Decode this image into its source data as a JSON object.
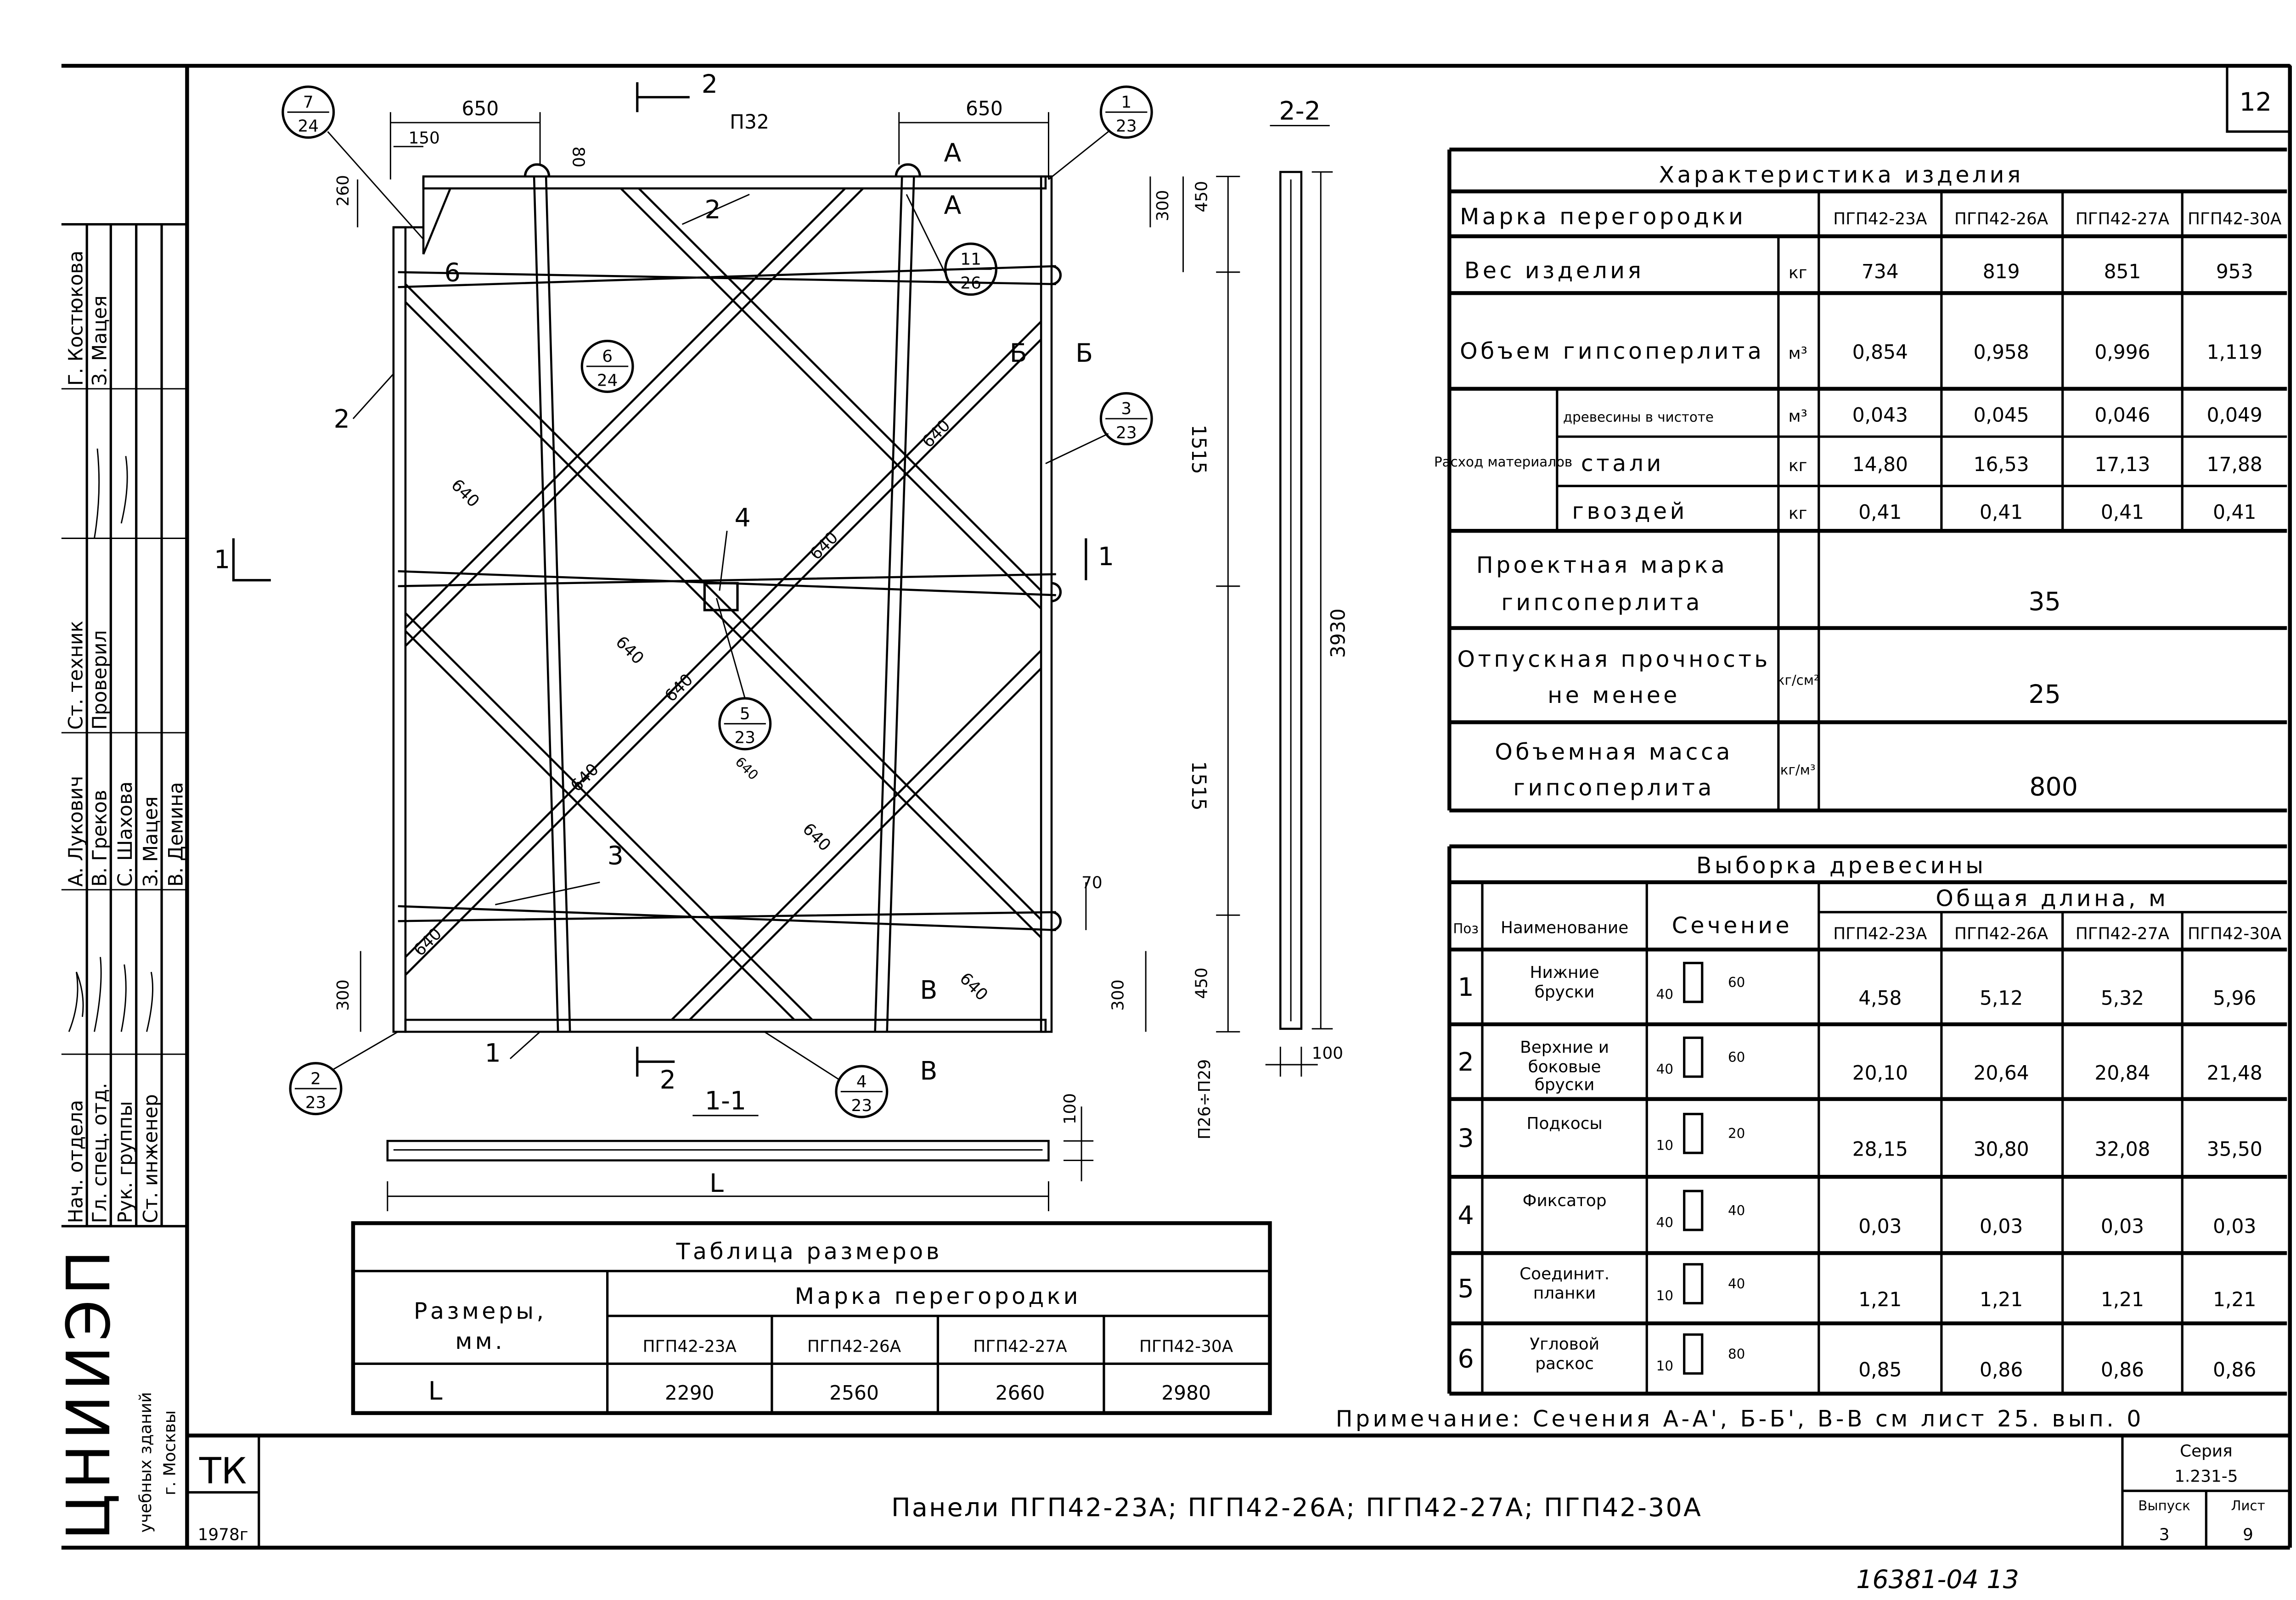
{
  "sheet_number": "12",
  "stamp": {
    "org_logo": "ЦНИИЭП",
    "org_sub1": "учебных зданий",
    "org_sub2": "г. Москвы",
    "roles": [
      "Нач. отдела",
      "Гл. спец. отд.",
      "Рук. группы",
      "Ст. инженер",
      "А. Лукович",
      "В. Греков",
      "С. Шахова",
      "З. Мацея",
      "В. Демина",
      "Ст. техник",
      "Проверил",
      "Г. Костюкова",
      "З. Мацея"
    ],
    "tk": "ТК",
    "year": "1978г"
  },
  "title_block": {
    "title": "Панели  ПГП42-23А; ПГП42-26А; ПГП42-27А; ПГП42-30А",
    "series_label": "Серия",
    "series": "1.231-5",
    "issue_label": "Выпуск",
    "issue": "3",
    "sheet_label": "Лист",
    "sheet": "9"
  },
  "note": "Примечание: Сечения А-А', Б-Б', В-В см лист 25. вып. 0",
  "archive_number": "16381-04  13",
  "drawing": {
    "dims": {
      "d650a": "650",
      "d650b": "650",
      "p32": "П32",
      "d150": "150",
      "d80": "80",
      "d260": "260",
      "d300a": "300",
      "d450a": "450",
      "d1515a": "1515",
      "d1515b": "1515",
      "d450b": "450",
      "d300b": "300",
      "d300c": "300",
      "d70": "70",
      "d3930": "3930",
      "d100a": "100",
      "d100b": "100",
      "p26": "П26÷П29",
      "L": "L",
      "d640": "640"
    },
    "callouts": [
      {
        "top": "7",
        "bottom": "24"
      },
      {
        "top": "1",
        "bottom": "23"
      },
      {
        "top": "11",
        "bottom": "26"
      },
      {
        "top": "6",
        "bottom": "24"
      },
      {
        "top": "3",
        "bottom": "23"
      },
      {
        "top": "5",
        "bottom": "23"
      },
      {
        "top": "2",
        "bottom": "23"
      },
      {
        "top": "4",
        "bottom": "23"
      }
    ],
    "pos": {
      "p1": "1",
      "p2a": "2",
      "p2b": "2",
      "p3": "3",
      "p4": "4",
      "p6": "6"
    },
    "sections": {
      "s22": "2-2",
      "s11": "1-1",
      "cut1": "1",
      "cut2": "2",
      "A": "А",
      "B": "Б",
      "V": "В"
    }
  },
  "characteristics": {
    "title": "Характеристика изделия",
    "mark_label": "Марка перегородки",
    "marks": [
      "ПГП42-23А",
      "ПГП42-26А",
      "ПГП42-27А",
      "ПГП42-30А"
    ],
    "rows": [
      {
        "label": "Вес изделия",
        "unit": "кг",
        "values": [
          "734",
          "819",
          "851",
          "953"
        ]
      },
      {
        "label": "Объем гипсоперлита",
        "unit": "м³",
        "values": [
          "0,854",
          "0,958",
          "0,996",
          "1,119"
        ]
      }
    ],
    "consumption_label": "Расход материалов",
    "consumption": [
      {
        "label": "древесины в чистоте",
        "unit": "м³",
        "values": [
          "0,043",
          "0,045",
          "0,046",
          "0,049"
        ]
      },
      {
        "label": "стали",
        "unit": "кг",
        "values": [
          "14,80",
          "16,53",
          "17,13",
          "17,88"
        ]
      },
      {
        "label": "гвоздей",
        "unit": "кг",
        "values": [
          "0,41",
          "0,41",
          "0,41",
          "0,41"
        ]
      }
    ],
    "common": [
      {
        "label1": "Проектная марка",
        "label2": "гипсоперлита",
        "unit": "",
        "value": "35"
      },
      {
        "label1": "Отпускная прочность",
        "label2": "не менее",
        "unit": "кг/см²",
        "value": "25"
      },
      {
        "label1": "Объемная масса",
        "label2": "гипсоперлита",
        "unit": "кг/м³",
        "value": "800"
      }
    ]
  },
  "timber": {
    "title": "Выборка древесины",
    "pos_label": "Поз",
    "name_label": "Наименование",
    "section_label": "Сечение",
    "length_label": "Общая длина, м",
    "marks": [
      "ПГП42-23А",
      "ПГП42-26А",
      "ПГП42-27А",
      "ПГП42-30А"
    ],
    "rows": [
      {
        "pos": "1",
        "name1": "Нижние",
        "name2": "бруски",
        "name3": "",
        "w": "40",
        "h": "60",
        "values": [
          "4,58",
          "5,12",
          "5,32",
          "5,96"
        ]
      },
      {
        "pos": "2",
        "name1": "Верхние и",
        "name2": "боковые",
        "name3": "бруски",
        "w": "40",
        "h": "60",
        "values": [
          "20,10",
          "20,64",
          "20,84",
          "21,48"
        ]
      },
      {
        "pos": "3",
        "name1": "Подкосы",
        "name2": "",
        "name3": "",
        "w": "10",
        "h": "20",
        "values": [
          "28,15",
          "30,80",
          "32,08",
          "35,50"
        ]
      },
      {
        "pos": "4",
        "name1": "Фиксатор",
        "name2": "",
        "name3": "",
        "w": "40",
        "h": "40",
        "values": [
          "0,03",
          "0,03",
          "0,03",
          "0,03"
        ]
      },
      {
        "pos": "5",
        "name1": "Соединит.",
        "name2": "планки",
        "name3": "",
        "w": "10",
        "h": "40",
        "values": [
          "1,21",
          "1,21",
          "1,21",
          "1,21"
        ]
      },
      {
        "pos": "6",
        "name1": "Угловой",
        "name2": "раскос",
        "name3": "",
        "w": "10",
        "h": "80",
        "values": [
          "0,85",
          "0,86",
          "0,86",
          "0,86"
        ]
      }
    ]
  },
  "sizes": {
    "title": "Таблица размеров",
    "dim_label1": "Размеры,",
    "dim_label2": "мм.",
    "mark_label": "Марка перегородки",
    "marks": [
      "ПГП42-23А",
      "ПГП42-26А",
      "ПГП42-27А",
      "ПГП42-30А"
    ],
    "row_label": "L",
    "values": [
      "2290",
      "2560",
      "2660",
      "2980"
    ]
  }
}
